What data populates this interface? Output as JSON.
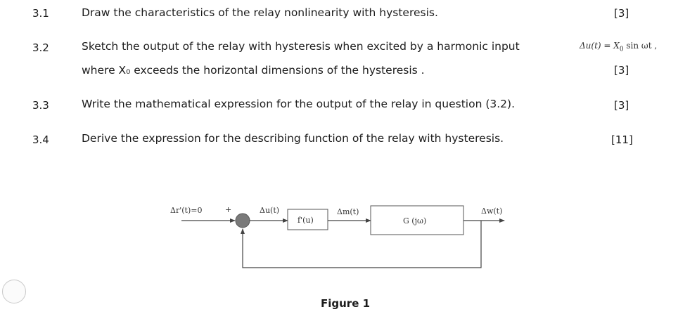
{
  "questions": [
    {
      "number": "3.1",
      "text": "Draw the characteristics of the relay nonlinearity with hysteresis.",
      "marks": "[3]"
    },
    {
      "number": "3.2",
      "text": "Sketch the output of the relay with hysteresis when excited by a harmonic input",
      "formula": {
        "lhs": "Δu(t)",
        "equals": " = ",
        "x": "X",
        "sub": "0",
        "rhs": " sin ωt ,"
      },
      "text_line2": "where X₀ exceeds the horizontal dimensions of the hysteresis .",
      "marks": "[3]"
    },
    {
      "number": "3.3",
      "text": "Write the mathematical expression for the output of the relay in question (3.2).",
      "marks": "[3]"
    },
    {
      "number": "3.4",
      "text": "Derive the expression for the describing function of the relay with hysteresis.",
      "marks": "[11]"
    }
  ],
  "diagram": {
    "reference_label": "Δr'(t)=0",
    "plus_sign": "+",
    "error_label": "Δu(t)",
    "nonlinearity_label": "f'(u)",
    "intermediate_label": "Δm(t)",
    "plant_label": "G (jω)",
    "output_label": "Δw(t)",
    "summing_junction_color": "#7a7a7a"
  },
  "figure_caption": "Figure 1"
}
